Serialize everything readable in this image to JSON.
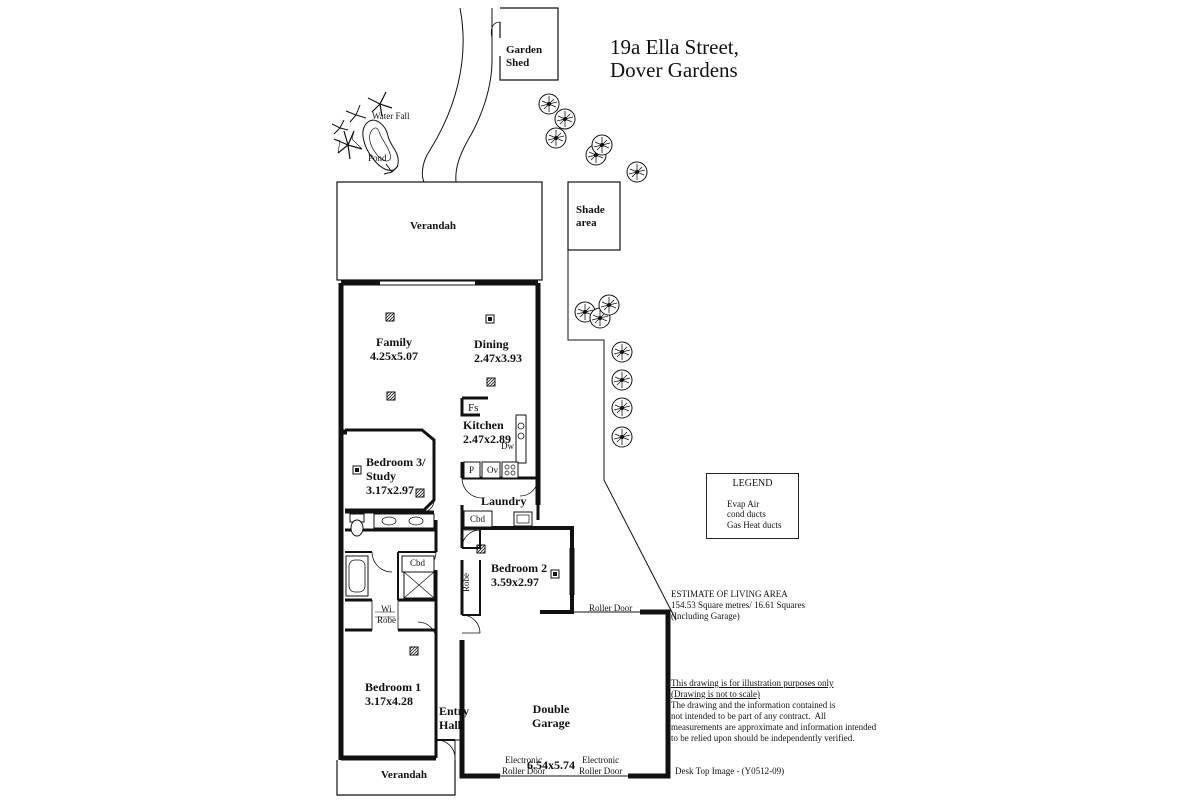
{
  "address": {
    "line1": "19a Ella Street,",
    "line2": "Dover Gardens"
  },
  "rooms": {
    "garden_shed": {
      "name": "Garden\nShed"
    },
    "water_fall": {
      "name": "Water Fall"
    },
    "pond": {
      "name": "Pond"
    },
    "shade_area": {
      "name": "Shade\narea"
    },
    "verandah_rear": {
      "name": "Verandah"
    },
    "family": {
      "name": "Family",
      "size": "4.25x5.07"
    },
    "dining": {
      "name": "Dining",
      "size": "2.47x3.93"
    },
    "kitchen": {
      "name": "Kitchen",
      "size": "2.47x2.89"
    },
    "bedroom3": {
      "name": "Bedroom 3/\nStudy",
      "size": "3.17x2.97"
    },
    "laundry": {
      "name": "Laundry"
    },
    "bedroom2": {
      "name": "Bedroom 2",
      "size": "3.59x2.97"
    },
    "bedroom1": {
      "name": "Bedroom 1",
      "size": "3.17x4.28"
    },
    "entry_hall": {
      "name": "Entry\nHall"
    },
    "garage": {
      "name": "Double\nGarage",
      "size": "6.54x5.74"
    },
    "verandah_front": {
      "name": "Verandah"
    }
  },
  "fixtures": {
    "fs": "Fs",
    "dw": "Dw",
    "p": "P",
    "ov": "Ov",
    "cbd_laundry": "Cbd",
    "cbd_bath": "Cbd",
    "wi_robe": "Wi\nRobe",
    "robe": "Robe",
    "roller_door": "Roller Door",
    "electronic_roller_door_1": "Electronic\nRoller Door",
    "electronic_roller_door_2": "Electronic\nRoller Door"
  },
  "legend": {
    "title": "LEGEND",
    "items": [
      {
        "label": "Evap Air\ncond ducts",
        "icon": "evap-duct-icon"
      },
      {
        "label": "Gas Heat ducts",
        "icon": "gas-duct-icon"
      }
    ]
  },
  "estimate": {
    "heading": "ESTIMATE OF LIVING AREA",
    "line1": "154.53 Square metres/  16.61 Squares",
    "line2": "(Including Garage)"
  },
  "disclaimer": {
    "line1": "This drawing is for illustration purposes only",
    "line2": "(Drawing is not to scale)",
    "body": "The drawing and the information contained is\nnot intended to be part of any contract.  All\nmeasurements are approximate and information intended\nto be relied upon should be independently verified."
  },
  "footer": {
    "image_code": "Desk Top Image -   (Y0512-09)"
  }
}
